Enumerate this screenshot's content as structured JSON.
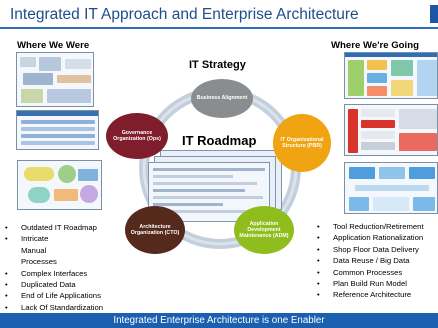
{
  "slide": {
    "title": "Integrated IT Approach and Enterprise Architecture",
    "footer": "Integrated Enterprise Architecture is one Enabler"
  },
  "left_column": {
    "heading": "Where We Were",
    "items": [
      "Outdated IT Roadmap",
      "Intricate Manual Processes",
      "Complex Interfaces",
      "Duplicated Data",
      "End of Life Applications",
      "Lack Of Standardization"
    ]
  },
  "right_column": {
    "heading": "Where We're Going",
    "items": [
      "Tool Reduction/Retirement",
      "Application Rationalization",
      "Shop Floor Data Delivery",
      "Data Reuse / Big Data",
      "Common Processes",
      "Plan Build Run Model",
      "Reference Architecture"
    ]
  },
  "center": {
    "strategy_label": "IT Strategy",
    "roadmap_label": "IT Roadmap",
    "circles": {
      "business_alignment": "Business Alignment",
      "governance": "Governance Organization (Ops)",
      "it_org": "IT Organizational Structure (PBR)",
      "architecture": "Architecture Organization (CTO)",
      "app_dev": "Application Development Maintenance (ADM)"
    }
  },
  "colors": {
    "title_blue": "#1f4e8c",
    "footer_blue": "#1a5fb0",
    "ring": "#c3cfdb",
    "business_alignment": "#8a8d90",
    "governance": "#7f1d2c",
    "it_org": "#f0a411",
    "architecture": "#55291c",
    "app_dev": "#8fbd1e"
  }
}
